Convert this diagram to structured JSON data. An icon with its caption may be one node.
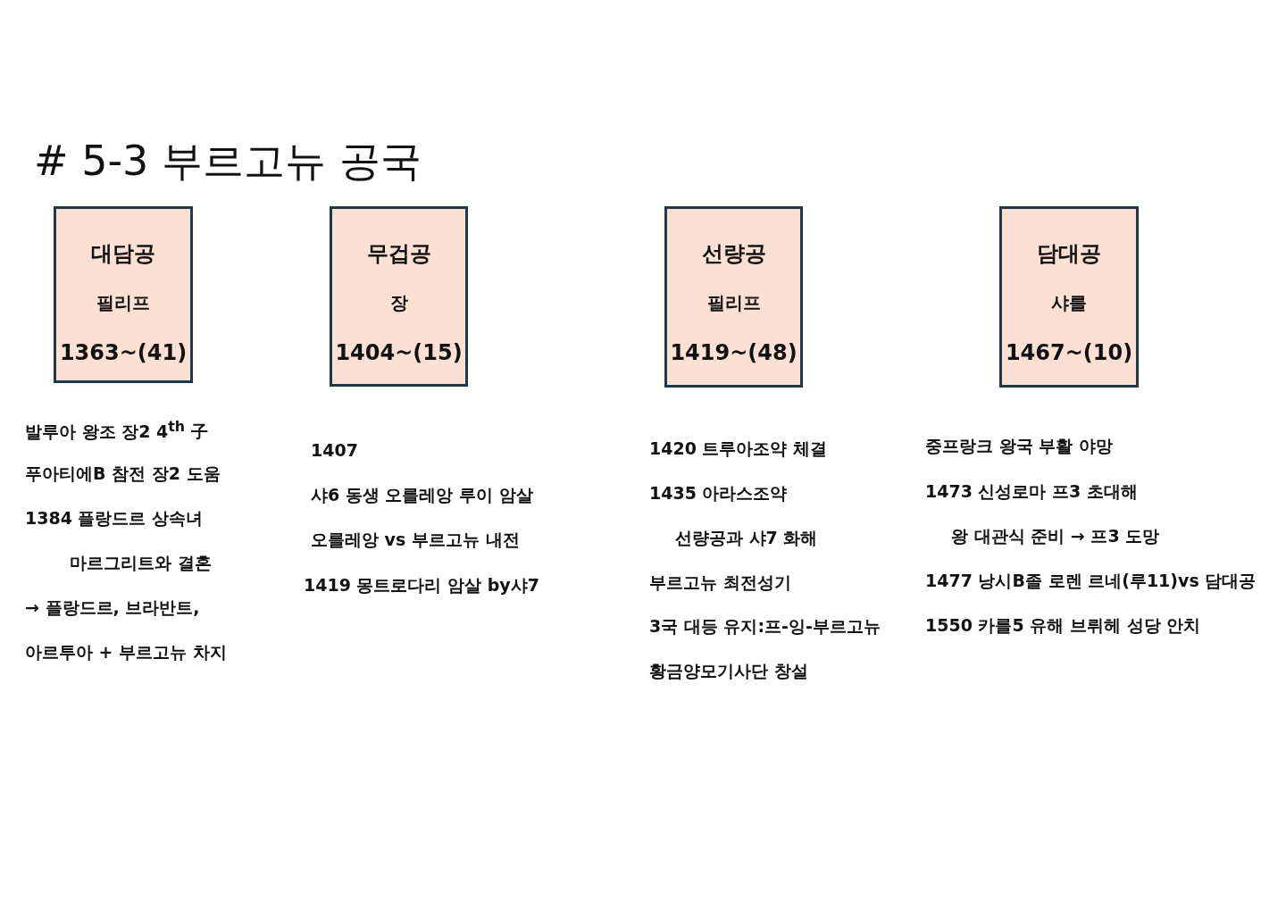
{
  "diagram": {
    "title": "# 5-3 부르고뉴 공국",
    "nodes": [
      {
        "text": [
          "대담공",
          "필리프",
          "1363~(41)"
        ]
      },
      {
        "text": [
          "무겁공",
          "장",
          "1404~(15)"
        ]
      },
      {
        "text": [
          "선량공",
          "필리프",
          "1419~(48)"
        ]
      },
      {
        "text": [
          "담대공",
          "샤를",
          "1467~(10)"
        ]
      }
    ],
    "edges": [],
    "labels": [
      "발루아 왕조 장2 4$^{th}$ 子",
      "푸아티에B 참전 장2 도움",
      "1384 플랑드르 상속녀",
      "마르그리트와 결혼",
      "→ 플랑드르, 브라반트,",
      "아르투아 + 부르고뉴 차지",
      "1407",
      "샤6 동생 오를레앙 루이 암살",
      "오를레앙 vs 부르고뉴 내전",
      "1419 몽트로다리 암살 by샤7",
      "1420 트루아조약 체결",
      "1435 아라스조약",
      "선량공과 샤7 화해",
      "부르고뉴 최전성기",
      "3국 대등 유지:프-잉-부르고뉴",
      "황금양모기사단 창설",
      "중프랑크 왕국 부활 야망",
      "1473 신성로마 프3 초대해",
      "왕 대관식 준비 → 프3 도망",
      "1477 낭시B졸 로렌 르네(루11)vs 담대공",
      "1550 카를5 유해 브뤼헤 성당 안치"
    ]
  }
}
